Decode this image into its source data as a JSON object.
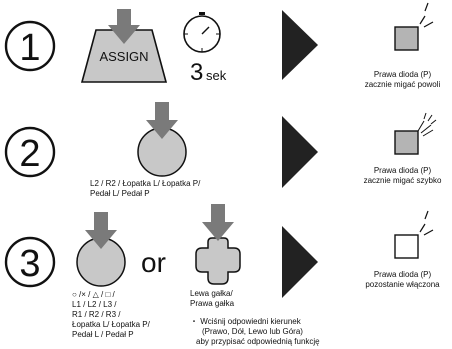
{
  "steps": [
    {
      "number": "1",
      "button_label": "ASSIGN",
      "timer_value": "3",
      "timer_unit": "sek",
      "result_text": [
        "Prawa dioda (P)",
        "zacznie migać powoli"
      ]
    },
    {
      "number": "2",
      "button_caption": [
        "L2 / R2 / Łopatka L/ Łopatka P/",
        "Pedał L/ Pedał P"
      ],
      "result_text": [
        "Prawa dioda (P)",
        "zacznie migać szybko"
      ]
    },
    {
      "number": "3",
      "or_label": "or",
      "button_caption": [
        "○ /× / △ / □ /",
        "L1 / L2 / L3 /",
        "R1 / R2 / R3 /",
        "Łopatka L/ Łopatka P/",
        "Pedał L / Pedał P"
      ],
      "stick_caption": [
        "Lewa gałka/",
        "Prawa gałka"
      ],
      "note": [
        "・ Wciśnij odpowiedni kierunek",
        "(Prawo, Dół, Lewo lub Góra)",
        "aby przypisać odpowiednią funkcję"
      ],
      "result_text": [
        "Prawa dioda (P)",
        "pozostanie włączona"
      ]
    }
  ],
  "colors": {
    "arrow": "#7a7a7a",
    "button_fill": "#c8c8c8",
    "outline": "#111111",
    "pointer": "#222222",
    "led_fill": "#b4b4b4"
  }
}
